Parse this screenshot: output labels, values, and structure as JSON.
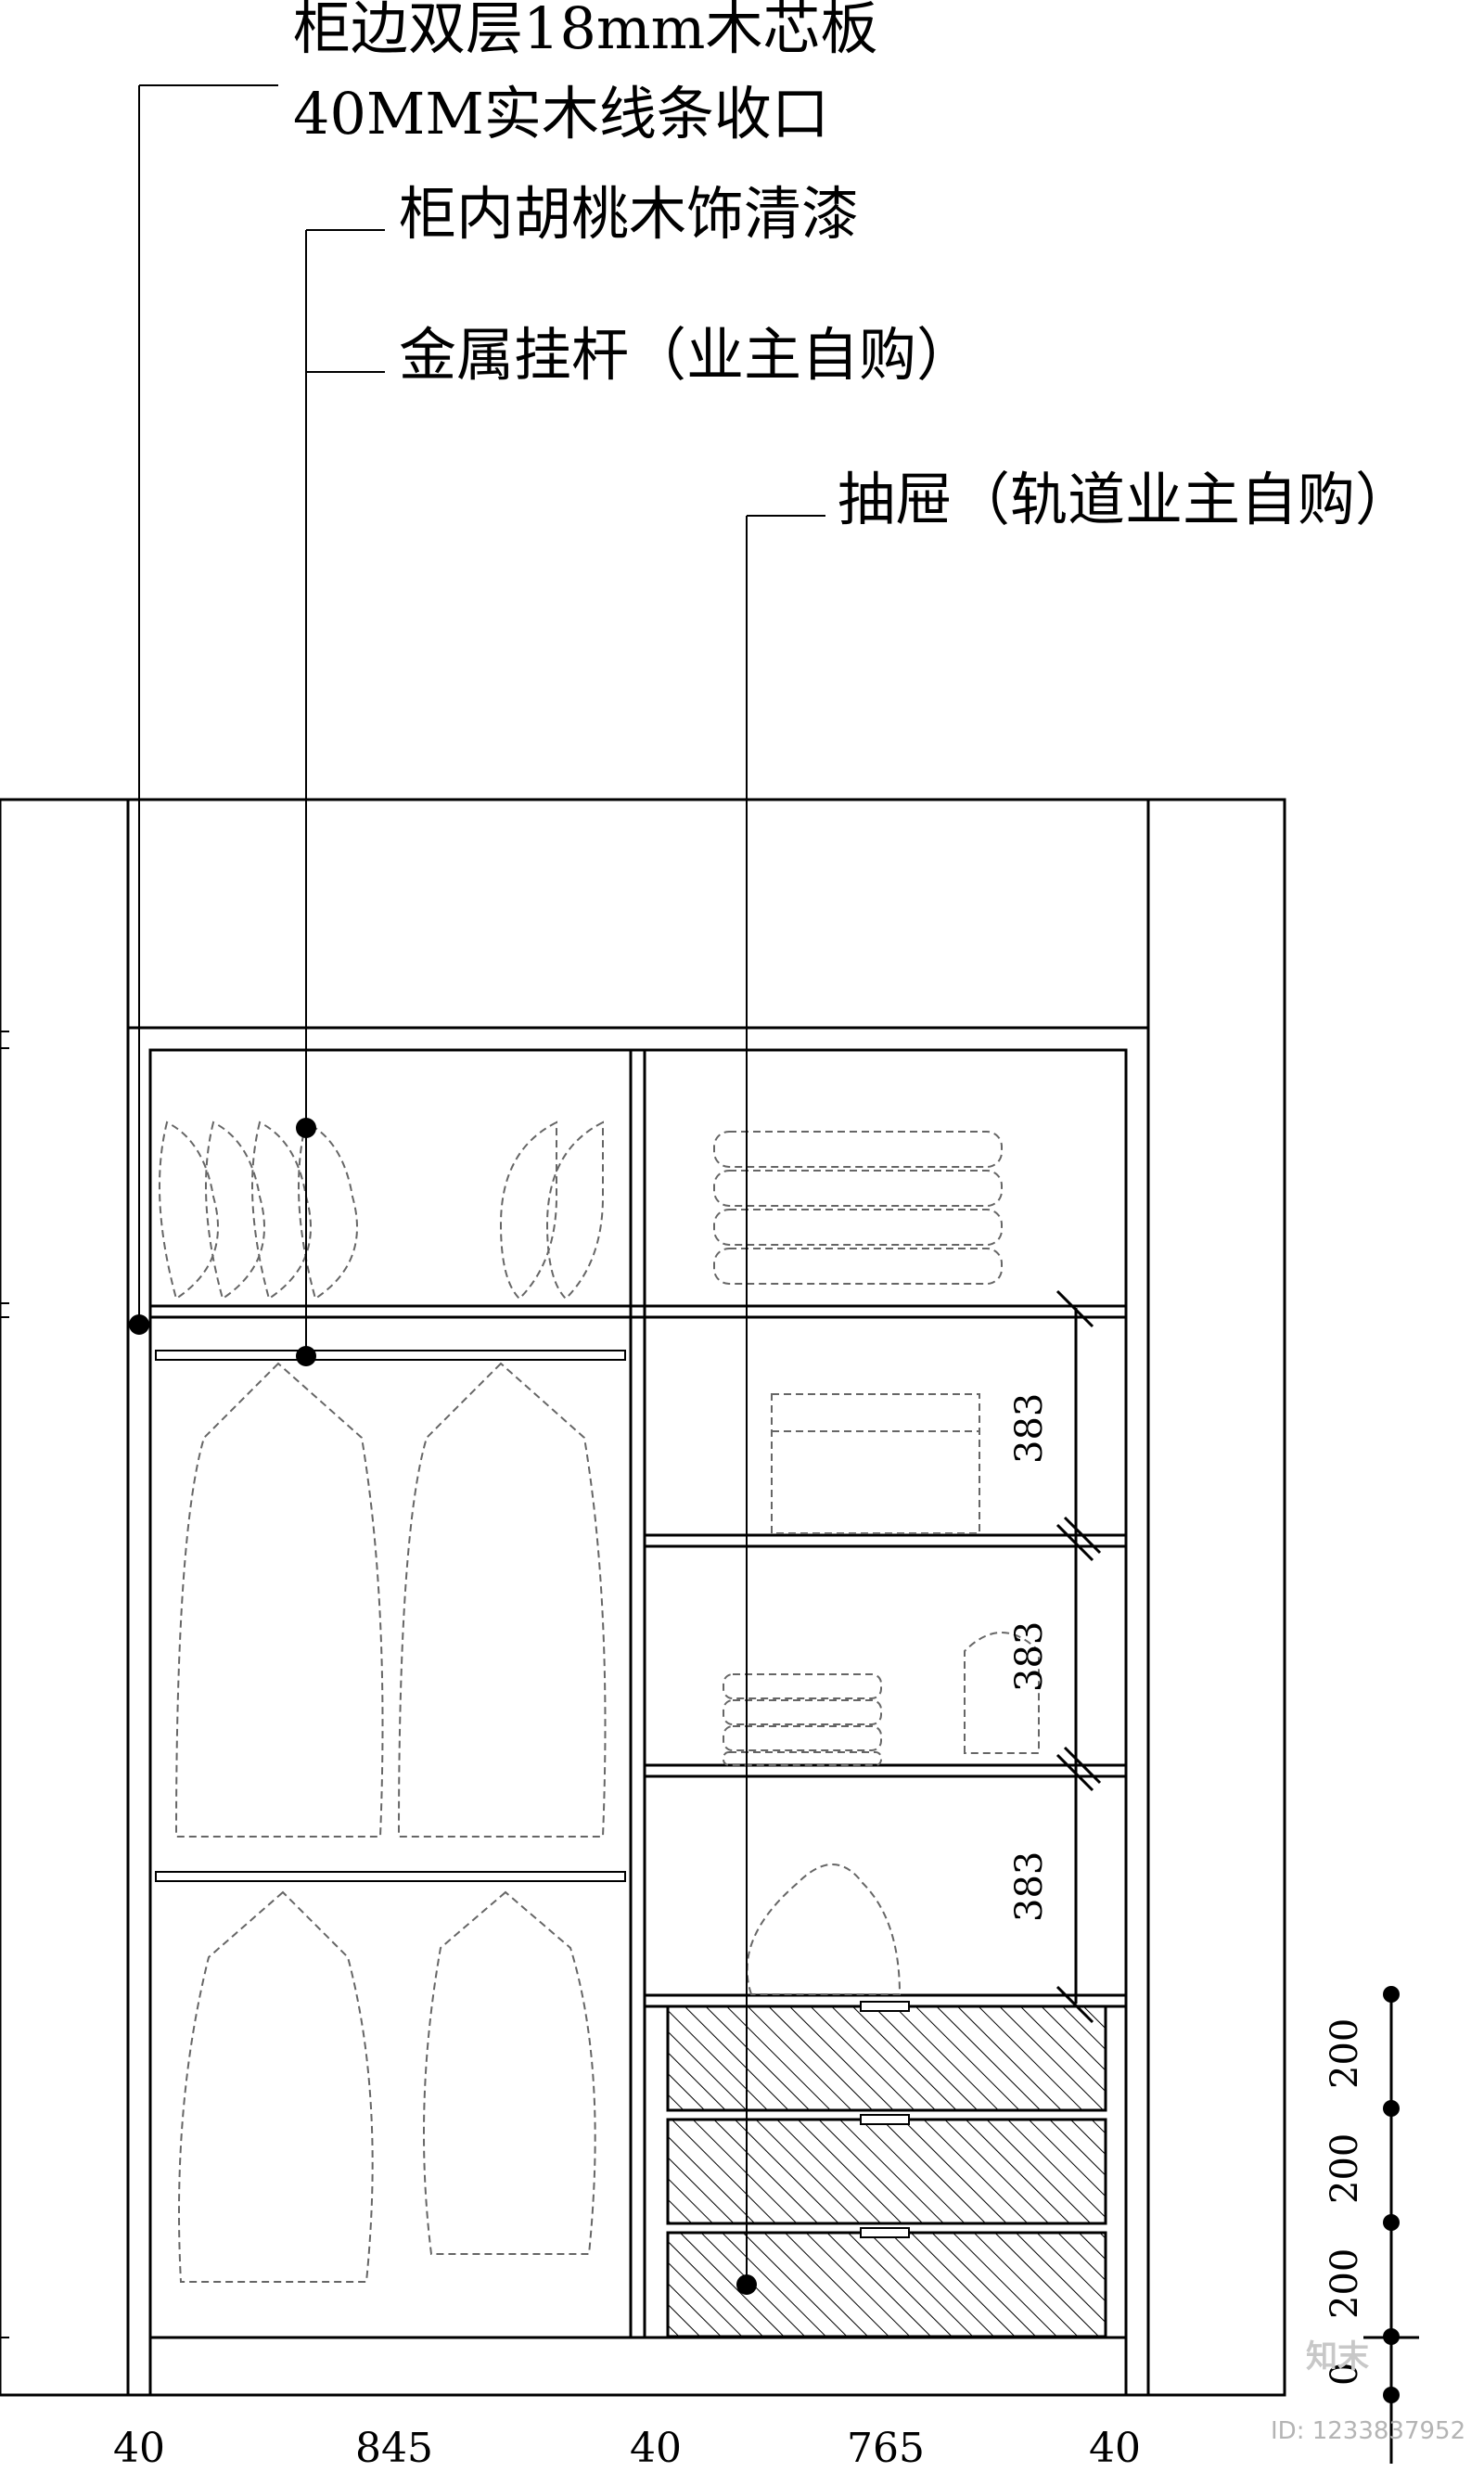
{
  "callouts": {
    "line1": "柜边双层18mm木芯板",
    "line2": "40MM实木线条收口",
    "line3": "柜内胡桃木饰清漆",
    "line4": "金属挂杆（业主自购）",
    "line5": "抽屉（轨道业主自购）"
  },
  "dimensions": {
    "bottom": [
      "40",
      "845",
      "40",
      "765",
      "40"
    ],
    "shelf_heights": [
      "383",
      "383",
      "383"
    ],
    "drawer_heights": [
      "200",
      "200",
      "200"
    ],
    "bottom_partial": "0"
  },
  "watermark": {
    "brand": "知末",
    "id": "ID: 1233837952"
  }
}
